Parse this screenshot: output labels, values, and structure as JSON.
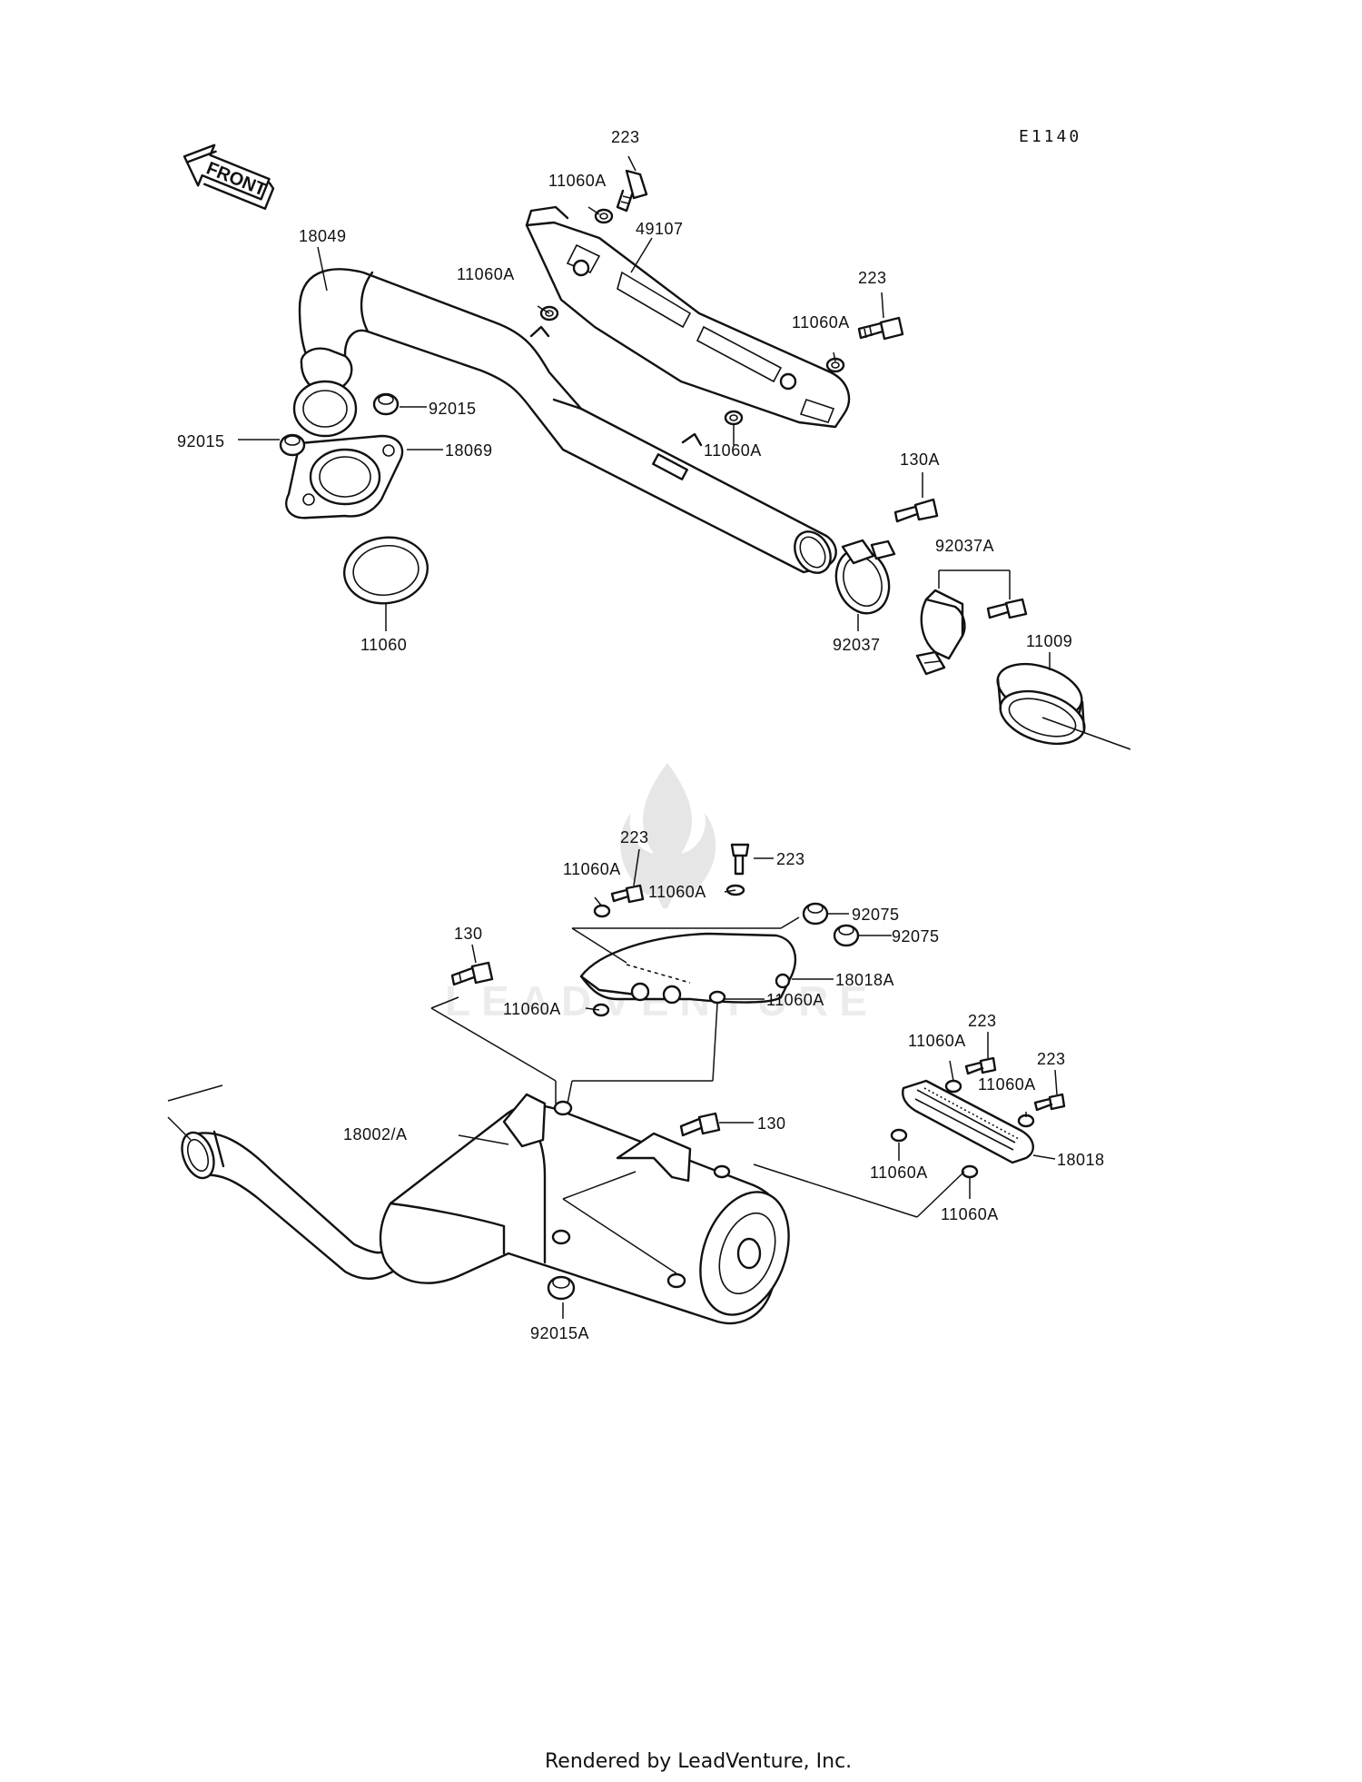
{
  "diagram_code": "E1140",
  "front_label": "FRONT",
  "footer": "Rendered by LeadVenture, Inc.",
  "watermark": "LEADVENTURE",
  "parts": {
    "p223_a": "223",
    "p11060A_a": "11060A",
    "p49107": "49107",
    "p18049": "18049",
    "p223_b": "223",
    "p11060A_b": "11060A",
    "p11060A_c": "11060A",
    "p92015_a": "92015",
    "p92015_b": "92015",
    "p18069": "18069",
    "p11060A_d": "11060A",
    "p130A": "130A",
    "p92037A": "92037A",
    "p11060": "11060",
    "p92037": "92037",
    "p11009": "11009",
    "p223_c": "223",
    "p223_d": "223",
    "p11060A_e": "11060A",
    "p11060A_f": "11060A",
    "p92075_a": "92075",
    "p92075_b": "92075",
    "p130_a": "130",
    "p18018A": "18018A",
    "p11060A_g": "11060A",
    "p11060A_h": "11060A",
    "p223_e": "223",
    "p11060A_i": "11060A",
    "p223_f": "223",
    "p11060A_j": "11060A",
    "p18002A": "18002/A",
    "p130_b": "130",
    "p18018": "18018",
    "p11060A_k": "11060A",
    "p11060A_l": "11060A",
    "p92015A": "92015A"
  }
}
